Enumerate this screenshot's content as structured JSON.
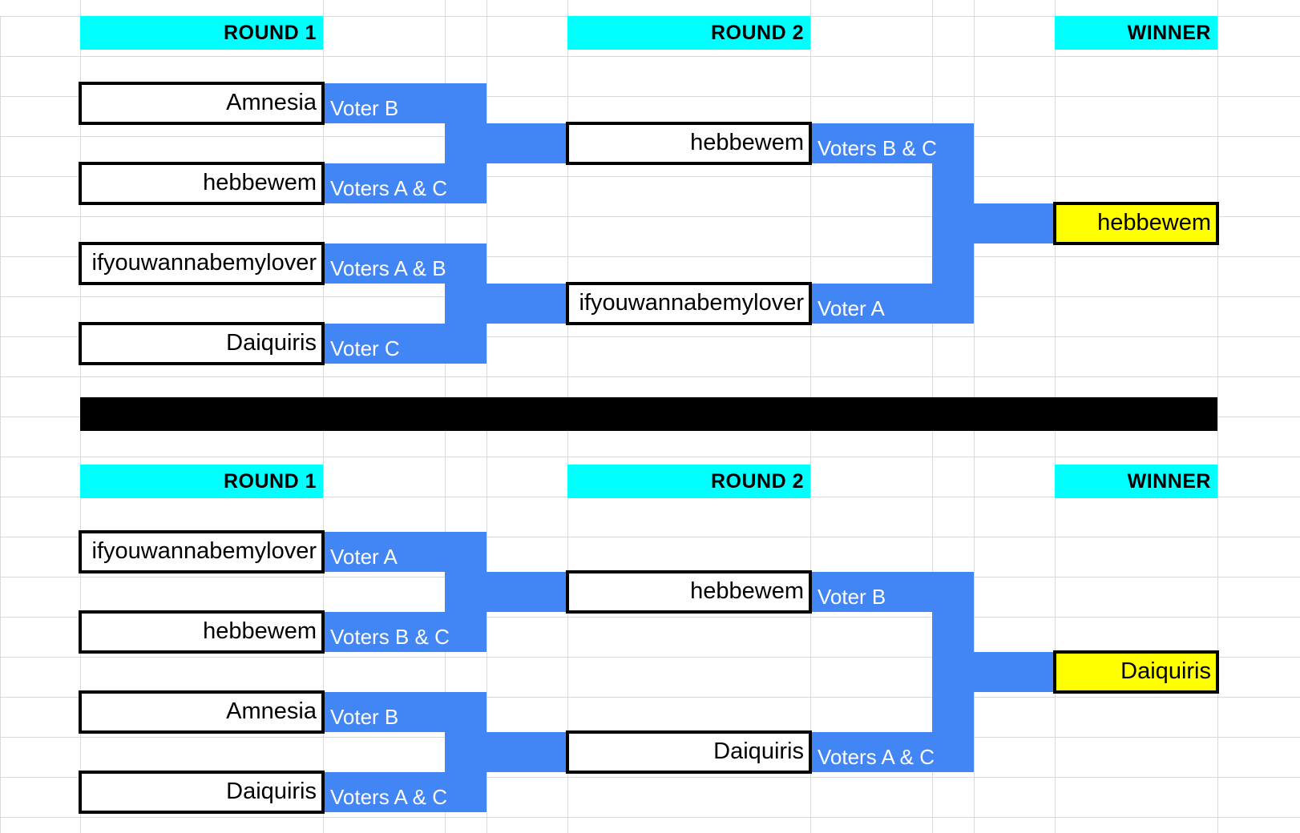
{
  "brackets": [
    {
      "headers": {
        "round1": "ROUND 1",
        "round2": "ROUND 2",
        "winner": "WINNER"
      },
      "round1": [
        {
          "name": "Amnesia",
          "votes": "Voter B"
        },
        {
          "name": "hebbewem",
          "votes": "Voters A & C"
        },
        {
          "name": "ifyouwannabemylover",
          "votes": "Voters A & B"
        },
        {
          "name": "Daiquiris",
          "votes": "Voter C"
        }
      ],
      "round2": [
        {
          "name": "hebbewem",
          "votes": "Voters B & C"
        },
        {
          "name": "ifyouwannabemylover",
          "votes": "Voter A"
        }
      ],
      "winner": "hebbewem"
    },
    {
      "headers": {
        "round1": "ROUND 1",
        "round2": "ROUND 2",
        "winner": "WINNER"
      },
      "round1": [
        {
          "name": "ifyouwannabemylover",
          "votes": "Voter A"
        },
        {
          "name": "hebbewem",
          "votes": "Voters B & C"
        },
        {
          "name": "Amnesia",
          "votes": "Voter B"
        },
        {
          "name": "Daiquiris",
          "votes": "Voters A & C"
        }
      ],
      "round2": [
        {
          "name": "hebbewem",
          "votes": "Voter B"
        },
        {
          "name": "Daiquiris",
          "votes": "Voters A & C"
        }
      ],
      "winner": "Daiquiris"
    }
  ],
  "colors": {
    "header_bg": "#00ffff",
    "connector": "#4285f4",
    "winner_bg": "#ffff00",
    "separator": "#000000",
    "gridline": "#d9d9d9"
  }
}
